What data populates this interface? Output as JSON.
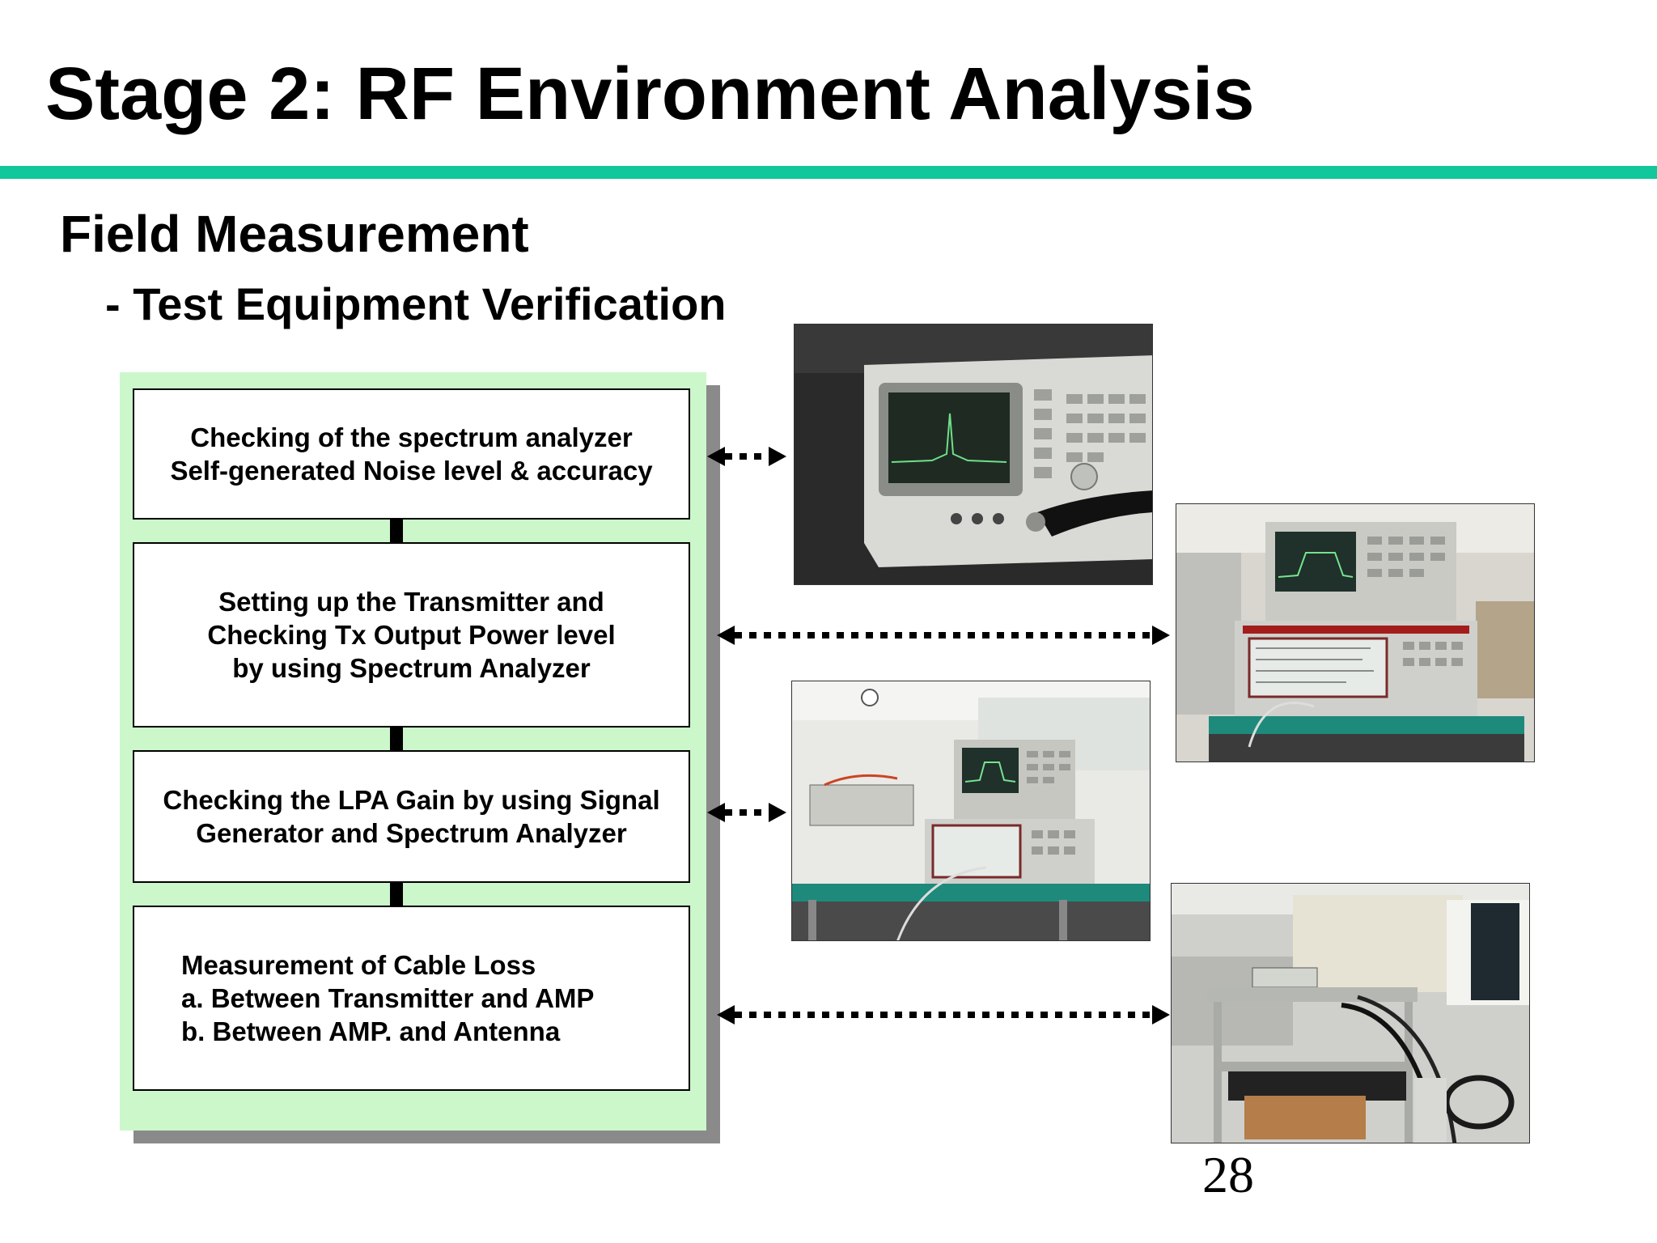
{
  "slide": {
    "title": "Stage 2: RF Environment Analysis",
    "heading": "Field Measurement",
    "subheading": "- Test Equipment Verification",
    "page_number": "28"
  },
  "steps": [
    {
      "text": "Checking of the spectrum analyzer\nSelf-generated Noise level & accuracy"
    },
    {
      "text": "Setting up the Transmitter and\nChecking Tx Output Power level\nby using Spectrum Analyzer"
    },
    {
      "text": "Checking the LPA Gain by using Signal\nGenerator and Spectrum Analyzer"
    },
    {
      "text": "Measurement of Cable Loss\n a. Between Transmitter and AMP\n b. Between AMP. and Antenna"
    }
  ],
  "colors": {
    "accent_rule": "#11c79b",
    "panel_background": "#cbf7cb",
    "panel_shadow": "#8a8a8a"
  },
  "photos": [
    {
      "subject": "spectrum analyzer close-up"
    },
    {
      "subject": "spectrum analyzer stacked on CDMA test set"
    },
    {
      "subject": "LPA test bench with signal generator and spectrum analyzer"
    },
    {
      "subject": "cable loss measurement cart"
    }
  ],
  "icons": [
    "double-headed-dotted-arrow"
  ]
}
